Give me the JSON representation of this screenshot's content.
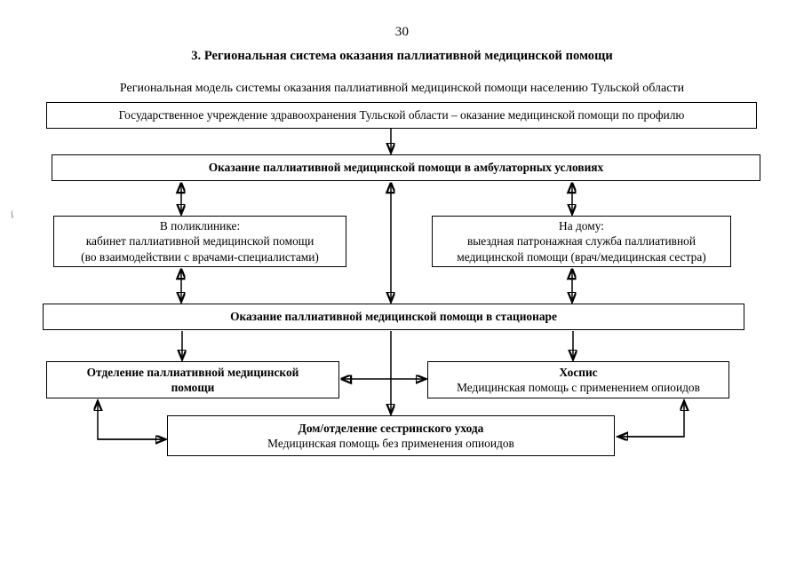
{
  "page": {
    "number": "30",
    "title": "3. Региональная система оказания паллиативной медицинской помощи",
    "subtitle": "Региональная модель системы оказания паллиативной медицинской  помощи населению Тульской области",
    "artifact_mark": "ʄ"
  },
  "colors": {
    "ink": "#000000",
    "paper": "#ffffff"
  },
  "diagram": {
    "type": "flowchart",
    "nodes": [
      {
        "id": "ghz",
        "lines": [
          {
            "text": "Государственное учреждение здравоохранения Тульской области – оказание медицинской помощи по профилю",
            "bold": false
          }
        ]
      },
      {
        "id": "ambulatory",
        "lines": [
          {
            "text": "Оказание паллиативной медицинской помощи в амбулаторных условиях",
            "bold": true
          }
        ]
      },
      {
        "id": "polyclinic",
        "lines": [
          {
            "text": "В поликлинике:",
            "bold": false
          },
          {
            "text": "кабинет паллиативной медицинской помощи",
            "bold": false
          },
          {
            "text": "(во взаимодействии с врачами-специалистами)",
            "bold": false
          }
        ]
      },
      {
        "id": "at-home",
        "lines": [
          {
            "text": "На дому:",
            "bold": false
          },
          {
            "text": "выездная патронажная служба паллиативной",
            "bold": false
          },
          {
            "text": "медицинской помощи (врач/медицинская сестра)",
            "bold": false
          }
        ]
      },
      {
        "id": "stationary",
        "lines": [
          {
            "text": "Оказание паллиативной медицинской помощи в стационаре",
            "bold": true
          }
        ]
      },
      {
        "id": "department",
        "lines": [
          {
            "text": "Отделение паллиативной медицинской",
            "bold": true
          },
          {
            "text": "помощи",
            "bold": true
          }
        ]
      },
      {
        "id": "hospice",
        "lines": [
          {
            "text": "Хоспис",
            "bold": true
          },
          {
            "text": "Медицинская помощь с применением опиоидов",
            "bold": false
          }
        ]
      },
      {
        "id": "nursing-care",
        "lines": [
          {
            "text": "Дом/отделение сестринского ухода",
            "bold": true
          },
          {
            "text": "Медицинская помощь без применения опиоидов",
            "bold": false
          }
        ]
      }
    ],
    "edges": [
      {
        "from": "ghz",
        "to": "ambulatory",
        "style": "arrow-down"
      },
      {
        "from": "ambulatory",
        "to": "polyclinic",
        "style": "double-arrow-vertical"
      },
      {
        "from": "ambulatory",
        "to": "at-home",
        "style": "double-arrow-vertical"
      },
      {
        "from": "ambulatory",
        "to": "stationary",
        "style": "double-arrow-vertical"
      },
      {
        "from": "polyclinic",
        "to": "stationary",
        "style": "double-arrow-vertical"
      },
      {
        "from": "at-home",
        "to": "stationary",
        "style": "double-arrow-vertical"
      },
      {
        "from": "stationary",
        "to": "department",
        "style": "arrow-down"
      },
      {
        "from": "stationary",
        "to": "hospice",
        "style": "arrow-down"
      },
      {
        "from": "stationary",
        "to": "nursing-care",
        "style": "arrow-down"
      },
      {
        "from": "department",
        "to": "hospice",
        "style": "double-arrow-horizontal"
      },
      {
        "from": "nursing-care",
        "to": "department",
        "style": "elbow-arrow-left"
      },
      {
        "from": "department",
        "to": "nursing-care",
        "style": "elbow-arrow-left"
      },
      {
        "from": "nursing-care",
        "to": "hospice",
        "style": "elbow-arrow-right"
      },
      {
        "from": "hospice",
        "to": "nursing-care",
        "style": "elbow-arrow-right"
      }
    ]
  }
}
